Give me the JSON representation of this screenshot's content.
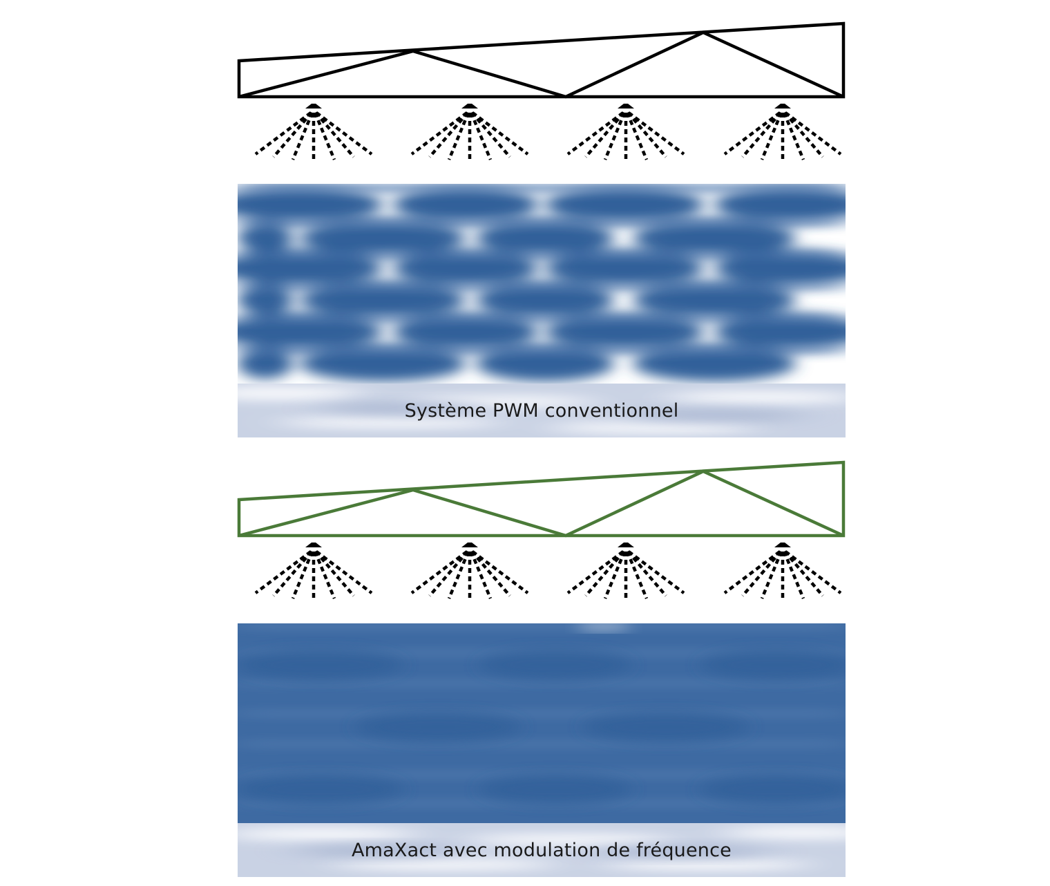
{
  "colors": {
    "boom_conventional": "#000000",
    "boom_amaxact": "#4a7a38",
    "coverage_blue": "#33609a",
    "caption_band": "#c9d2e4"
  },
  "icons": [
    "spray-nozzle-icon"
  ],
  "panels": [
    {
      "id": "conventional",
      "caption": "Système PWM conventionnel",
      "coverage_pattern": "uneven"
    },
    {
      "id": "amaxact",
      "caption": "AmaXact avec modulation de fréquence",
      "coverage_pattern": "uniform"
    }
  ]
}
